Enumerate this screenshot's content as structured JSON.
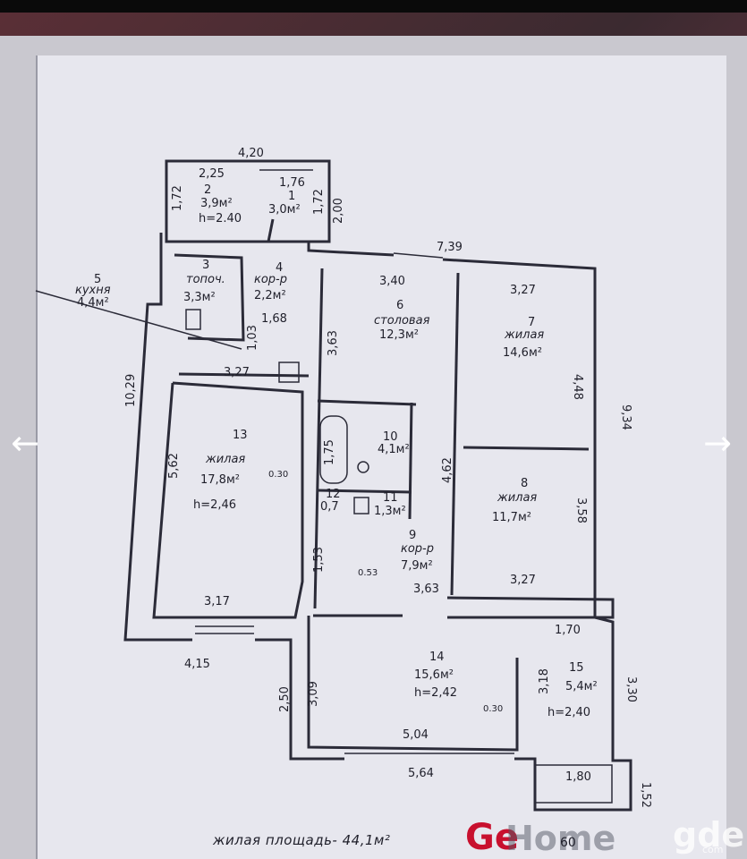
{
  "nav": {
    "prev": "←",
    "next": "→"
  },
  "rooms": [
    {
      "num": "1",
      "area": "3,0м²"
    },
    {
      "num": "2",
      "area": "3,9м²",
      "h": "h=2.40"
    },
    {
      "num": "3",
      "name": "топоч.",
      "area": "3,3м²"
    },
    {
      "num": "4",
      "name": "кор-р",
      "area": "2,2м²"
    },
    {
      "num": "5",
      "name": "кухня",
      "area": "4,4м²"
    },
    {
      "num": "6",
      "name": "столовая",
      "area": "12,3м²"
    },
    {
      "num": "7",
      "name": "жилая",
      "area": "14,6м²"
    },
    {
      "num": "8",
      "name": "жилая",
      "area": "11,7м²"
    },
    {
      "num": "9",
      "name": "кор-р",
      "area": "7,9м²"
    },
    {
      "num": "10",
      "area": "4,1м²"
    },
    {
      "num": "11",
      "area": "1,3м²"
    },
    {
      "num": "12",
      "area": "0,7"
    },
    {
      "num": "13",
      "name": "жилая",
      "area": "17,8м²",
      "h": "h=2,46"
    },
    {
      "num": "14",
      "area": "15,6м²",
      "h": "h=2,42"
    },
    {
      "num": "15",
      "area": "5,4м²",
      "h": "h=2,40"
    }
  ],
  "dims": {
    "d420": "4,20",
    "d225": "2,25",
    "d176": "1,76",
    "d172a": "1,72",
    "d172b": "1,72",
    "d200": "2,00",
    "d739": "7,39",
    "d340": "3,40",
    "d327a": "3,27",
    "d168": "1,68",
    "d363a": "3,63",
    "d103": "1,03",
    "d327b": "3,27",
    "d1029": "10,29",
    "d448": "4,48",
    "d934": "9,34",
    "d562": "5,62",
    "d175": "1,75",
    "d030a": "0.30",
    "d462": "4,62",
    "d358": "3,58",
    "d153": "1,53",
    "d053": "0.53",
    "d363b": "3,63",
    "d327c": "3,27",
    "d317": "3,17",
    "d170": "1,70",
    "d415": "4,15",
    "d250": "2,50",
    "d309": "3,09",
    "d318": "3,18",
    "d330": "3,30",
    "d030b": "0.30",
    "d504": "5,04",
    "d564": "5,64",
    "d180": "1,80",
    "d152": "1,52",
    "d160": "60"
  },
  "footer": {
    "living_area": "жилая площадь- 44,1м²"
  },
  "watermark": {
    "brand_a": "Ge",
    "brand_b": "Home",
    "site": "gde",
    "site_sub": "com"
  }
}
